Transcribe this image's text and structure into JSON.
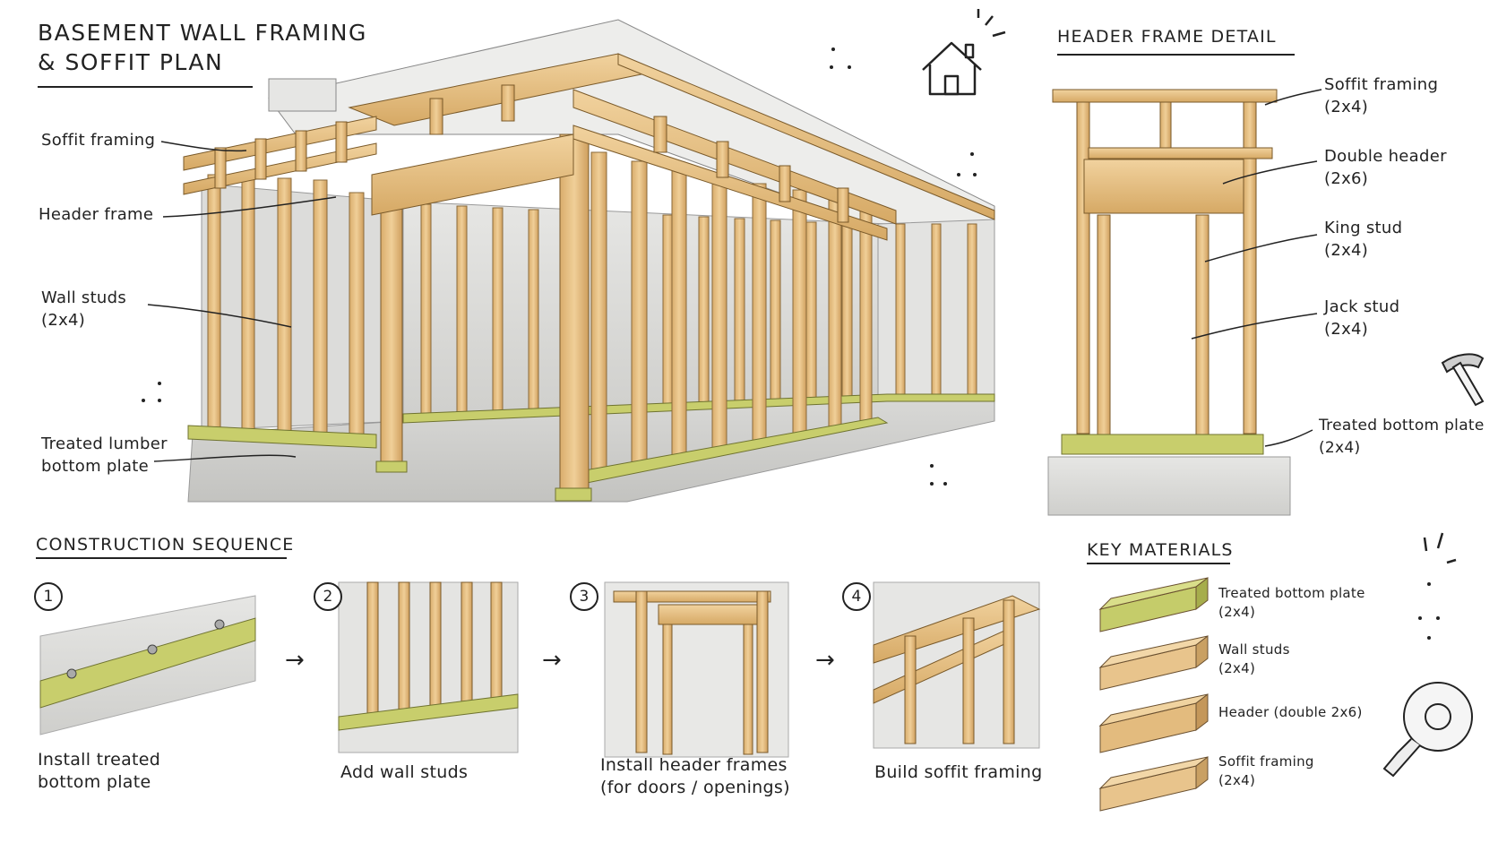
{
  "title": {
    "line1": "BASEMENT WALL FRAMING",
    "line2": "& SOFFIT PLAN"
  },
  "main_labels": {
    "soffit": "Soffit framing",
    "header": "Header frame",
    "studs_1": "Wall studs",
    "studs_2": "(2x4)",
    "plate_1": "Treated lumber",
    "plate_2": "bottom plate"
  },
  "detail": {
    "title": "HEADER FRAME DETAIL",
    "soffit_1": "Soffit framing",
    "soffit_2": "(2x4)",
    "double_1": "Double header",
    "double_2": "(2x6)",
    "king_1": "King stud",
    "king_2": "(2x4)",
    "jack_1": "Jack stud",
    "jack_2": "(2x4)",
    "plate_1": "Treated bottom plate",
    "plate_2": "(2x4)"
  },
  "sequence": {
    "title": "CONSTRUCTION SEQUENCE",
    "steps": [
      {
        "num": "1",
        "line1": "Install treated",
        "line2": "bottom plate"
      },
      {
        "num": "2",
        "line1": "Add wall studs",
        "line2": ""
      },
      {
        "num": "3",
        "line1": "Install header frames",
        "line2": "(for doors / openings)"
      },
      {
        "num": "4",
        "line1": "Build soffit framing",
        "line2": ""
      }
    ],
    "arrow": "→"
  },
  "materials": {
    "title": "KEY MATERIALS",
    "items": [
      {
        "line1": "Treated bottom plate",
        "line2": "(2x4)",
        "color": "#c5cc6a"
      },
      {
        "line1": "Wall studs",
        "line2": "(2x4)",
        "color": "#e8c48c"
      },
      {
        "line1": "Header (double 2x6)",
        "line2": "",
        "color": "#e3bb7e"
      },
      {
        "line1": "Soffit framing",
        "line2": "(2x4)",
        "color": "#e8c48c"
      }
    ]
  },
  "icons": [
    "house-icon",
    "hammer-icon",
    "tape-measure-icon"
  ],
  "colors": {
    "wood": "#e9c48a",
    "wood_dark": "#b98a4c",
    "treated": "#c8ce6c",
    "concrete": "#d9d9d7",
    "ink": "#222222"
  }
}
